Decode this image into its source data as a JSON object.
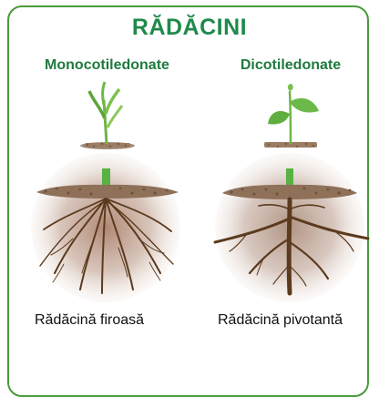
{
  "title": "RĂDĂCINI",
  "left": {
    "heading": "Monocotiledonate",
    "caption": "Rădăcină firoasă"
  },
  "right": {
    "heading": "Dicotiledonate",
    "caption": "Rădăcină pivotantă"
  },
  "colors": {
    "frame": "#4a9a3c",
    "title": "#1f8a4c",
    "heading": "#1f7a3f",
    "soil_glow": "#a7836a",
    "root": "#5b3a1e",
    "stem": "#59b044",
    "leaf": "#62b646"
  },
  "icons": [
    "monocot-plant-icon",
    "dicot-plant-icon",
    "fibrous-root-icon",
    "taproot-icon"
  ]
}
